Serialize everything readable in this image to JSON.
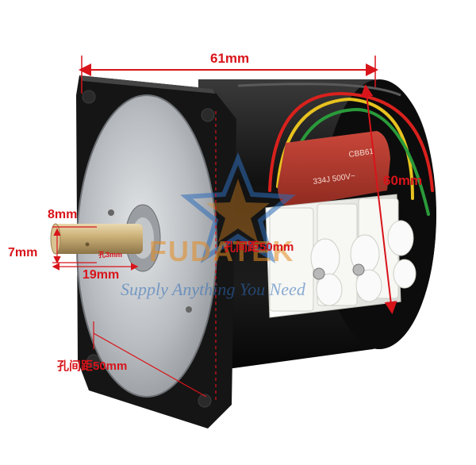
{
  "photo": {
    "subject": "ac-gear-motor-with-terminal-block",
    "capacitor_text": [
      "CBB61",
      "334J 500V~"
    ]
  },
  "watermark": {
    "brand": "FUDATEK",
    "slogan": "Supply Anything You Need"
  },
  "dimensions": {
    "length": "61mm",
    "height": "60mm",
    "shaft_diameter": "8mm",
    "flat_width": "7mm",
    "hole": "孔3mm",
    "shaft_length": "19mm",
    "hole_spacing_top": "孔间距50mm",
    "hole_spacing_bottom": "孔间距50mm"
  },
  "colors": {
    "annotation": "#d8141a",
    "body": "#1a1a1a",
    "gearbox_face": "#b9bcbf",
    "capacitor": "#b5372b",
    "terminal": "#f2f2ee",
    "watermark": "#2d6cb8"
  }
}
